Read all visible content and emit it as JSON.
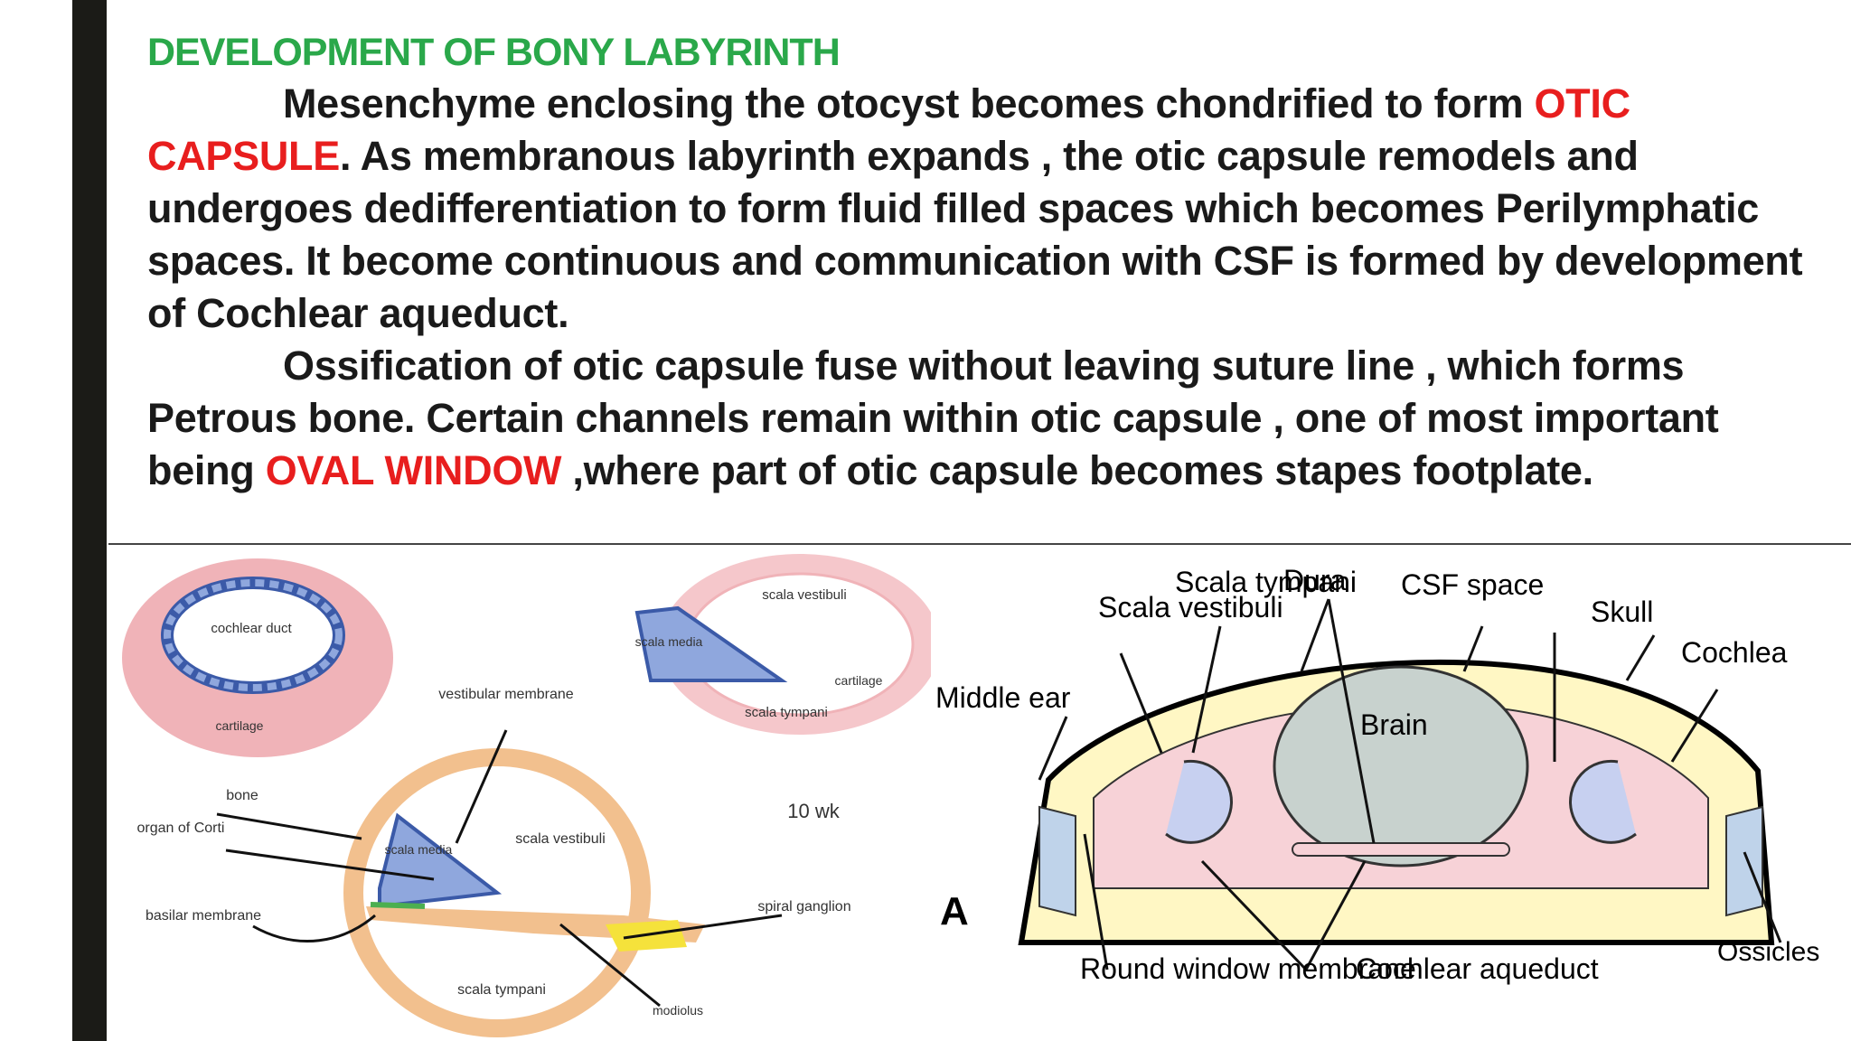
{
  "title": "DEVELOPMENT OF BONY LABYRINTH",
  "paragraph1": {
    "part1": "Mesenchyme enclosing the otocyst becomes chondrified to form ",
    "highlight": "OTIC CAPSULE",
    "part2": ". As membranous labyrinth expands , the otic capsule remodels and undergoes dedifferentiation to form fluid filled spaces which becomes Perilymphatic spaces. It become continuous and communication with CSF is formed by development of Cochlear aqueduct."
  },
  "paragraph2": {
    "part1": "Ossification of otic capsule fuse without leaving suture line , which forms Petrous bone. Certain channels remain within otic capsule , one of most important being ",
    "highlight": "OVAL WINDOW",
    "part2": " ,where part of otic capsule becomes stapes footplate."
  },
  "left_diagram": {
    "cochlear_duct": "cochlear duct",
    "cartilage_1": "cartilage",
    "scala_vestibuli_top": "scala vestibuli",
    "scala_media_top": "scala media",
    "cartilage_2": "cartilage",
    "scala_tympani_top": "scala tympani",
    "age": "10 wk",
    "vestibular_membrane": "vestibular membrane",
    "bone": "bone",
    "organ_of_corti": "organ of Corti",
    "scala_media": "scala media",
    "scala_vestibuli": "scala vestibuli",
    "basilar_membrane": "basilar membrane",
    "spiral_ganglion": "spiral ganglion",
    "scala_tympani": "scala tympani",
    "modiolus": "modiolus"
  },
  "right_diagram": {
    "scala_vestibuli": "Scala vestibuli",
    "scala_tympani": "Scala tympani",
    "dura": "Dura",
    "csf_space": "CSF space",
    "skull": "Skull",
    "cochlea": "Cochlea",
    "middle_ear": "Middle ear",
    "brain": "Brain",
    "panel_letter": "A",
    "round_window": "Round window membrane",
    "cochlear_aqueduct": "Cochlear aqueduct",
    "ossicles": "Ossicles"
  },
  "colors": {
    "title_green": "#2aa84a",
    "highlight_red": "#e81e1e",
    "left_bar": "#1b1b17",
    "cartilage_pink": "#f0b3b8",
    "bone_tan": "#f2c08e",
    "membrane_blue": "#8fa7dd"
  }
}
